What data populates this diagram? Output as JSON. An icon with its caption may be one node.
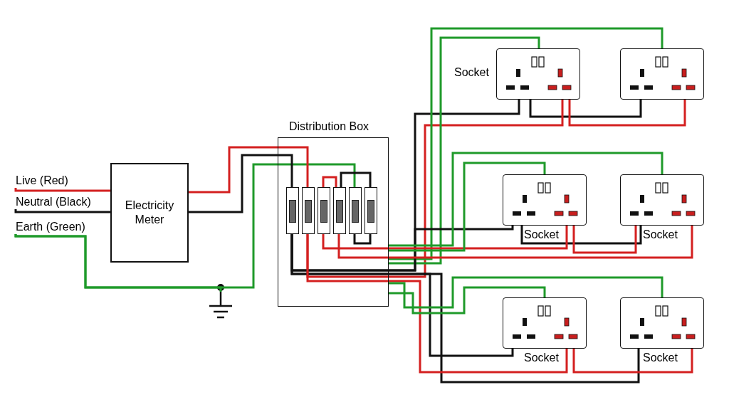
{
  "diagram": {
    "nodes": [
      {
        "text": [
          "Live (Red)"
        ]
      },
      {
        "text": [
          "Neutral (Black)"
        ]
      },
      {
        "text": [
          "Earth (Green)"
        ]
      },
      {
        "text": [
          "Electricity Meter"
        ]
      },
      {
        "text": [
          "Distribution Box"
        ]
      },
      {
        "text": [],
        "shape": "box",
        "in": 4
      },
      {
        "text": [],
        "shape": "box",
        "in": 4
      },
      {
        "text": [],
        "shape": "box",
        "in": 4
      },
      {
        "text": [],
        "shape": "box",
        "in": 4
      },
      {
        "text": [],
        "shape": "box",
        "in": 4
      },
      {
        "text": [],
        "shape": "box",
        "in": 4
      },
      {
        "text": [],
        "shape": "picture"
      },
      {
        "text": [
          "Socket"
        ]
      },
      {
        "text": [],
        "shape": "box"
      },
      {
        "text": [
          "Socket"
        ]
      },
      {
        "text": [
          "Socket"
        ]
      },
      {
        "text": [
          "Socket"
        ]
      },
      {
        "text": [
          "Socket"
        ]
      }
    ],
    "edges": [
      {
        "from": 0,
        "to": 3,
        "arrow": "none",
        "color": "#d42020"
      },
      {
        "from": 1,
        "to": 3,
        "arrow": "none",
        "color": "#111111"
      },
      {
        "from": 2,
        "to": 11,
        "arrow": "none",
        "color": "#1f9a2a"
      },
      {
        "from": 2,
        "to": 9,
        "arrow": "none",
        "color": "#1f9a2a"
      },
      {
        "from": 3,
        "to": 6,
        "arrow": "none",
        "color": "#d42020"
      },
      {
        "from": 3,
        "to": 5,
        "arrow": "none",
        "color": "#111111"
      },
      {
        "from": 7,
        "to": 8,
        "arrow": "none",
        "color": "#d42020"
      },
      {
        "from": 8,
        "to": 10,
        "arrow": "none",
        "color": "#111111"
      },
      {
        "from": 9,
        "to": 10,
        "arrow": "none",
        "color": "#111111"
      },
      {
        "from": 5,
        "to": 12,
        "arrow": "none",
        "color": "#111111"
      },
      {
        "from": 12,
        "to": 13,
        "arrow": "none",
        "color": "#111111"
      },
      {
        "from": 6,
        "to": 12,
        "arrow": "none",
        "color": "#d42020"
      },
      {
        "from": 12,
        "to": 13,
        "arrow": "none",
        "color": "#d42020"
      },
      {
        "from": 4,
        "to": 12,
        "arrow": "none",
        "color": "#1f9a2a"
      },
      {
        "from": 4,
        "to": 13,
        "arrow": "none",
        "color": "#1f9a2a"
      },
      {
        "from": 5,
        "to": 14,
        "arrow": "none",
        "color": "#111111"
      },
      {
        "from": 14,
        "to": 15,
        "arrow": "none",
        "color": "#111111"
      },
      {
        "from": 7,
        "to": 14,
        "arrow": "none",
        "color": "#d42020"
      },
      {
        "from": 14,
        "to": 15,
        "arrow": "none",
        "color": "#d42020"
      },
      {
        "from": 8,
        "to": 15,
        "arrow": "none",
        "color": "#d42020"
      },
      {
        "from": 4,
        "to": 14,
        "arrow": "none",
        "color": "#1f9a2a"
      },
      {
        "from": 4,
        "to": 15,
        "arrow": "none",
        "color": "#1f9a2a"
      },
      {
        "from": 5,
        "to": 16,
        "arrow": "none",
        "color": "#111111"
      },
      {
        "from": 5,
        "to": 17,
        "arrow": "none",
        "color": "#111111"
      },
      {
        "from": 6,
        "to": 16,
        "arrow": "none",
        "color": "#d42020"
      },
      {
        "from": 16,
        "to": 17,
        "arrow": "none",
        "color": "#d42020"
      },
      {
        "from": 4,
        "to": 16,
        "arrow": "none",
        "color": "#1f9a2a"
      },
      {
        "from": 4,
        "to": 17,
        "arrow": "none",
        "color": "#1f9a2a"
      }
    ]
  }
}
